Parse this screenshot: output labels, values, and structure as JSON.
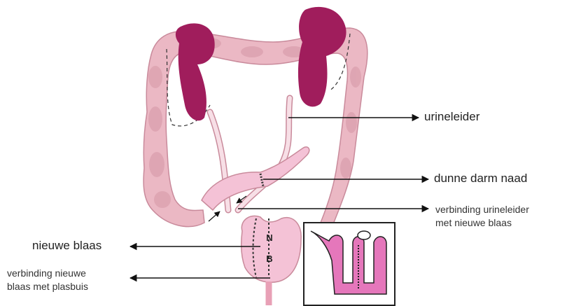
{
  "labels": {
    "urineleider": "urineleider",
    "dunne_darm_naad": "dunne darm naad",
    "verbinding_urineleider": [
      "verbinding urineleider",
      "met nieuwe blaas"
    ],
    "nieuwe_blaas": "nieuwe blaas",
    "verbinding_plasbuis": [
      "verbinding nieuwe",
      "blaas met plasbuis"
    ],
    "nb_letters": [
      "N",
      "B"
    ]
  },
  "colors": {
    "colon": "#ebb8c4",
    "colon_shadow": "#d597a6",
    "kidney": "#a01d5c",
    "ureter": "#f7dfe6",
    "small_bowel": "#f4c2d6",
    "inset_tissue": "#e577bb",
    "inset_outline": "#222222",
    "arrow": "#111111"
  }
}
